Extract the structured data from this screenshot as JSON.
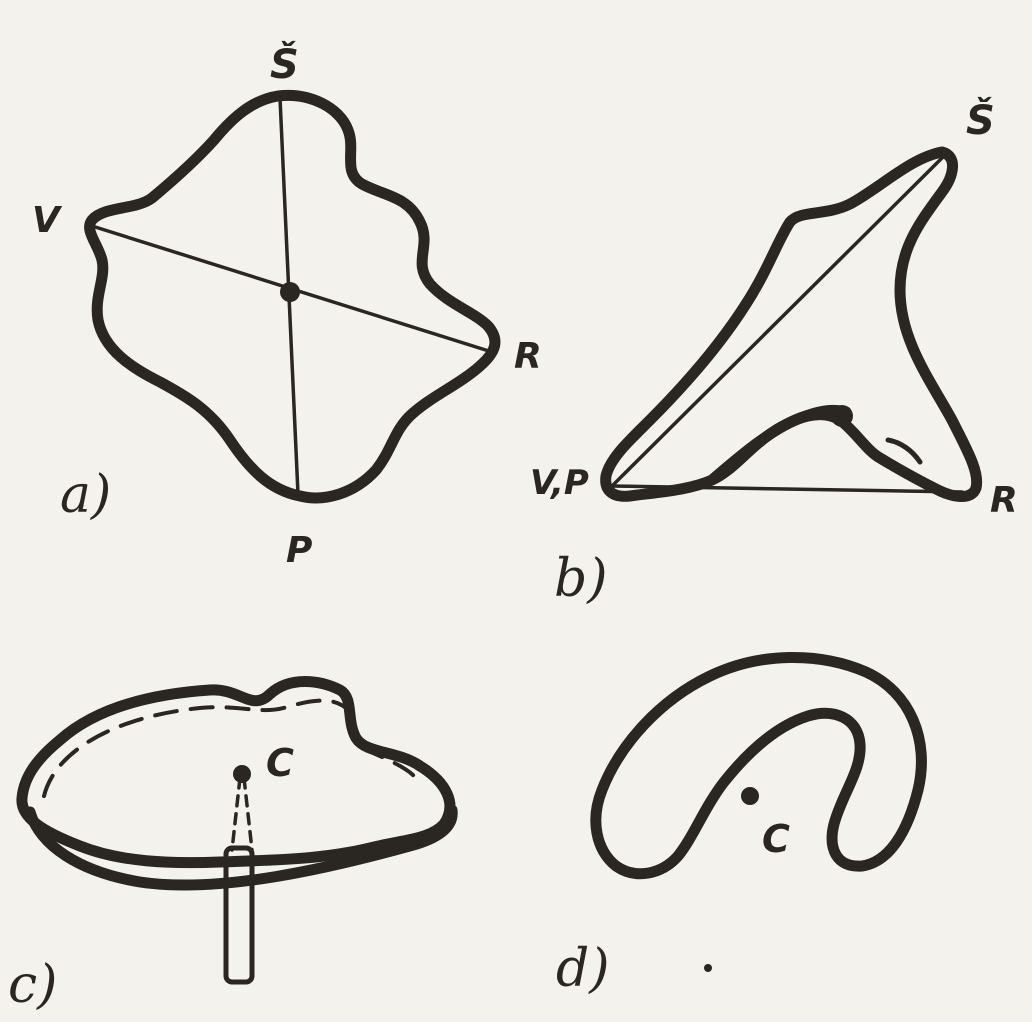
{
  "figure_a": {
    "panel_label": "a)",
    "top_label": "Š",
    "left_label": "V",
    "right_label": "R",
    "bottom_label": "P"
  },
  "figure_b": {
    "panel_label": "b)",
    "top_label": "Š",
    "left_label": "V,P",
    "right_label": "R"
  },
  "figure_c": {
    "panel_label": "c)",
    "center_label": "C"
  },
  "figure_d": {
    "panel_label": "d)",
    "center_label": "C"
  },
  "colors": {
    "ink": "#2a2622",
    "paper": "#f4f2ed"
  }
}
